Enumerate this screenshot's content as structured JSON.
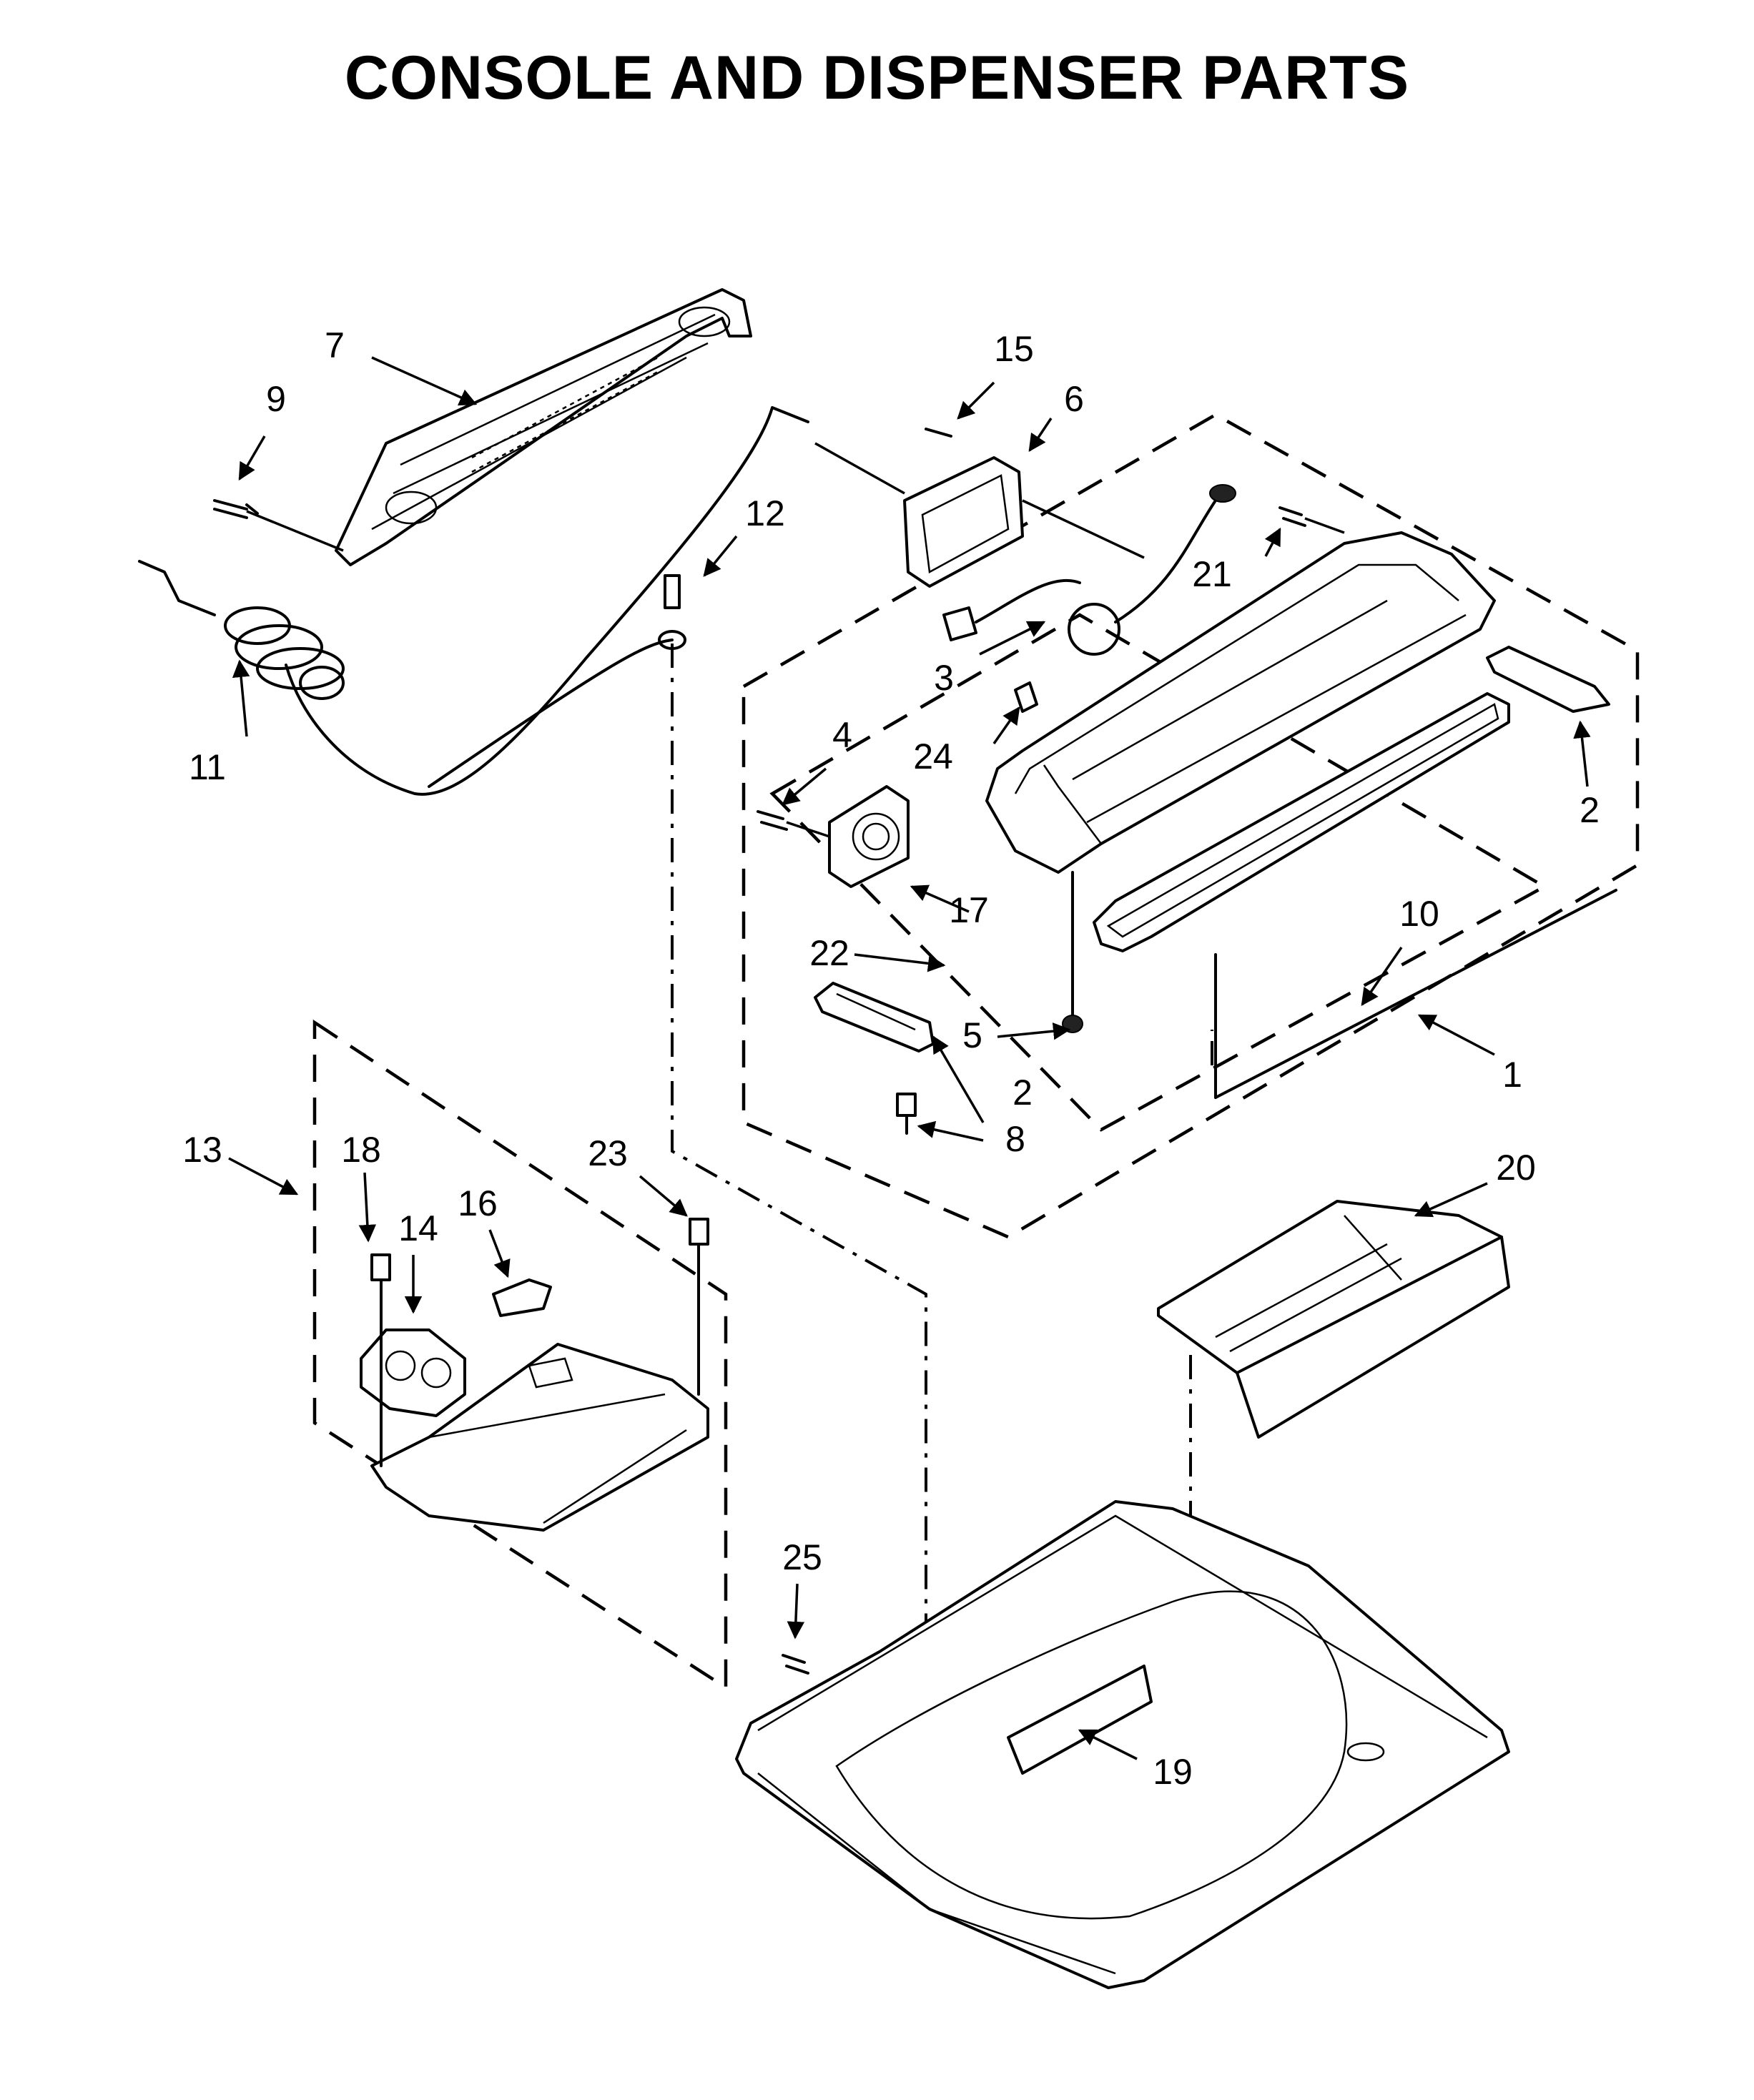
{
  "title": "CONSOLE AND DISPENSER PARTS",
  "callouts": [
    "1",
    "2",
    "2",
    "3",
    "4",
    "5",
    "6",
    "7",
    "8",
    "9",
    "10",
    "11",
    "12",
    "13",
    "14",
    "15",
    "16",
    "17",
    "18",
    "19",
    "20",
    "21",
    "22",
    "23",
    "24",
    "25"
  ]
}
